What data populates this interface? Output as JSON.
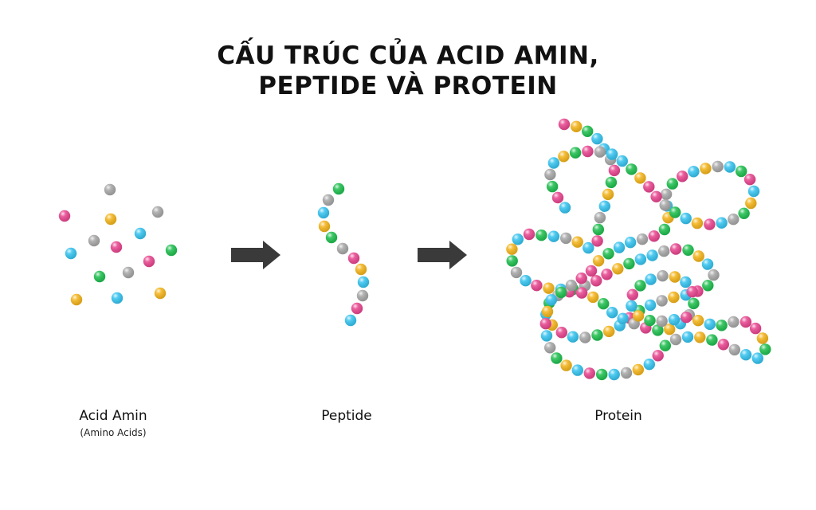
{
  "title": {
    "line1": "CẤU TRÚC CỦA ACID AMIN,",
    "line2": "PEPTIDE VÀ PROTEIN"
  },
  "panels": [
    {
      "label": "Acid Amin",
      "sublabel": "(Amino Acids)"
    },
    {
      "label": "Peptide"
    },
    {
      "label": "Protein"
    }
  ],
  "colors": {
    "pink": "#e8458f",
    "orange": "#f4b41a",
    "gray": "#a7a7a7",
    "blue": "#35c3ef",
    "green": "#1fbf4f",
    "arrow": "#3a3a3a"
  },
  "icons": [
    "arrow-right-icon",
    "arrow-right-icon"
  ]
}
